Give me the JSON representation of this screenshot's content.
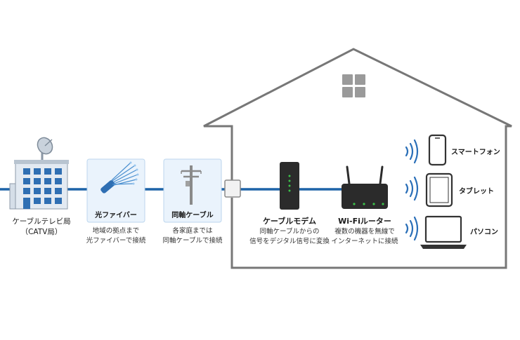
{
  "station": {
    "name_line1": "ケーブルテレビ局",
    "name_line2": "（CATV局）"
  },
  "fiber": {
    "title": "光ファイバー",
    "desc_line1": "地域の拠点まで",
    "desc_line2": "光ファイバーで接続"
  },
  "coax": {
    "title": "同軸ケーブル",
    "desc_line1": "各家庭までは",
    "desc_line2": "同軸ケーブルで接続"
  },
  "modem": {
    "title": "ケーブルモデム",
    "desc_line1": "同軸ケーブルからの",
    "desc_line2": "信号をデジタル信号に変換"
  },
  "router": {
    "title": "Wi-Fiルーター",
    "desc_line1": "複数の機器を無線で",
    "desc_line2": "インターネットに接続"
  },
  "devices": [
    {
      "label": "スマートフォン",
      "icon": "smartphone-icon"
    },
    {
      "label": "タブレット",
      "icon": "tablet-icon"
    },
    {
      "label": "パソコン",
      "icon": "laptop-icon"
    }
  ],
  "colors": {
    "cable": "#1e64a8",
    "house": "#777777",
    "device": "#333333",
    "led": "#3cc24a",
    "wifi": "#2a6fb8",
    "panel_bg": "#eaf3fc",
    "panel_border": "#bcd6ee"
  }
}
